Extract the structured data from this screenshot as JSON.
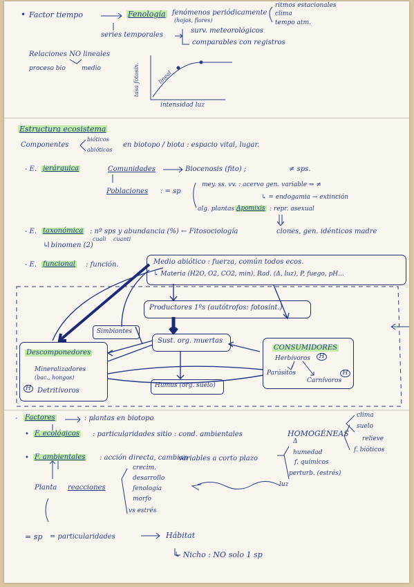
{
  "notes": {
    "factor_line": {
      "bullet": "•",
      "factor_tiempo": "Factor tiempo",
      "fenologia": "Fenología",
      "fenomenos": "fenómenos periódicamente",
      "hojas_flores": "(hojas, flores)",
      "ritmos": "ritmos estacionales",
      "clima": "clima",
      "tempo": "tempo atm."
    },
    "series_line": {
      "series": "series temporales",
      "surv": "surv. meteorológicos",
      "comparables": "comparables con registros"
    },
    "relaciones": {
      "title": "Relaciones NO lineales",
      "proceso": "proceso bio",
      "medio": "medio",
      "graph_ylabel": "tasa fotosin.",
      "graph_xlabel": "intensidad luz",
      "graph_curve_label": "lineal"
    },
    "estructura": {
      "title": "Estructura ecosistema",
      "componentes": "Componentes",
      "bioticos": "bióticos",
      "abioticos": "abióticos",
      "biotopo": "en biotopo / biota : espacio vital, lugar."
    },
    "jerarquica": {
      "prefix": "- E.",
      "name": "jerárquica",
      "comunidades": "Comunidades",
      "biocenosis": "Biocenosis (fito) ;",
      "sps": "≠ sps.",
      "poblaciones": "Poblaciones",
      "eq_sp": ": = sp",
      "mey": "mey. ss. vv. : acervo gen. variable ⇒ ≠",
      "endogamia": "↳ = endogamia → extinción",
      "alg_plantas": "alg. plantas :",
      "apomixis": "Apomixis",
      "repr": ": repr. asexual",
      "clones": "clones, gen. idénticos madre"
    },
    "taxonomica": {
      "prefix": "- E.",
      "name": "taxonómica",
      "n_sps": ": nº sps y abundancia (%) ← Fitosociología",
      "cuali": "cuali",
      "cuanti": "cuanti",
      "binomen": "↳ binomen (2)"
    },
    "funcional": {
      "prefix": "- E.",
      "name": "funcional",
      "funcion": ": función.",
      "medio_abiotico": "Medio abiótico : fuerza, común todos ecos.",
      "materia": "↳ Materia (H2O, O2, CO2, min), Rad. (Δ, luz), P, fuego, pH...",
      "productores": "Productores 1ºs (autótrofos: fotosínt.)",
      "simbiontes": "Simbiontes",
      "sust_org": "Sust. org. muertas",
      "descomponedores": "Descomponedores",
      "mineralizadores": "Mineralizadores",
      "bac_hongos": "(bac., hongos)",
      "detritivoros": "Detritívoros",
      "h_mark": "H",
      "consumidores": "CONSUMIDORES",
      "herbivoros": "Herbívoros",
      "parasitos": "Parásitos",
      "carnivoros": "Carnívoros",
      "humus": "Humus (org. suelo)"
    },
    "factores": {
      "title": "Factores",
      "plantas": ": plantas en biotopo",
      "ecologicos": "F. ecológicos",
      "particularidades": ": particularidades sitio : cond. ambientales",
      "homogeneas": "HOMOGÉNEAS",
      "clima": "clima",
      "suelo": "suelo",
      "relieve": "relieve",
      "f_bioticos": "f. bióticos",
      "ambientales": "F. ambientales",
      "accion": ": acción directa, cambian",
      "variables": "variables a corto plazo",
      "humedad": "humedad",
      "f_quimicos": "f. químicos",
      "perturb": "perturb. (estrés)",
      "luz": "luz",
      "delta": "Δ",
      "planta": "Planta",
      "reacciones": "reacciones",
      "crecim": "crecim.",
      "desarrollo": "desarrollo",
      "fenologia": "fenología",
      "morfo": "morfo",
      "vs_estres": "vs estrés",
      "eq_sp": "= sp",
      "particularidades2": "= particularidades",
      "habitat": "Hábitat",
      "nicho": "↳ Nicho : NO solo 1 sp"
    }
  }
}
